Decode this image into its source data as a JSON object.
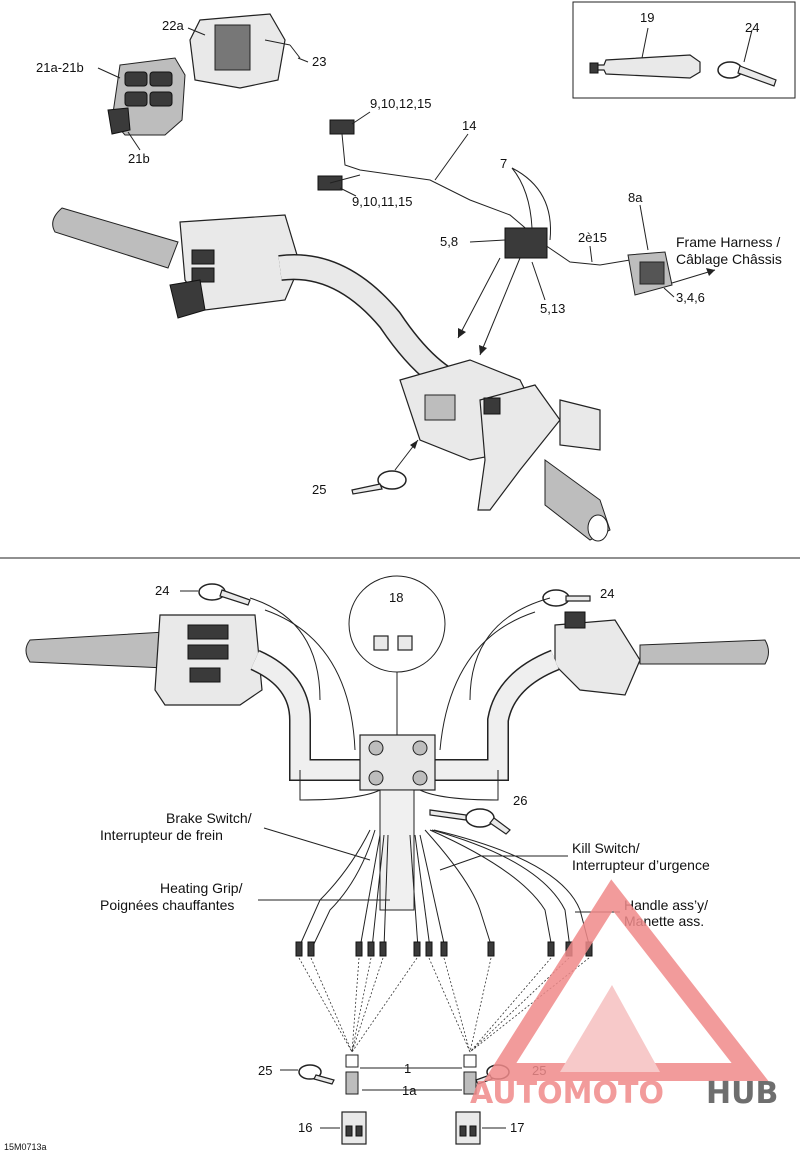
{
  "callouts": {
    "c22a": "22a",
    "c21": "21a-21b",
    "c23": "23",
    "c21b": "21b",
    "c19": "19",
    "c24_top": "24",
    "c9_12": "9,10,12,15",
    "c14": "14",
    "c9_11": "9,10,11,15",
    "c7": "7",
    "c8a": "8a",
    "c5_8": "5,8",
    "c2_15": "2è15",
    "c5_13": "5,13",
    "c3_4_6": "3,4,6",
    "c25_top": "25",
    "c24_left": "24",
    "c24_right": "24",
    "c18": "18",
    "c26": "26",
    "c1": "1",
    "c1a": "1a",
    "c25_left": "25",
    "c25_right": "25",
    "c16": "16",
    "c17": "17"
  },
  "labels": {
    "frame_harness_1": "Frame Harness /",
    "frame_harness_2": "Câblage Châssis",
    "brake_1": "Brake Switch/",
    "brake_2": "Interrupteur de frein",
    "heating_1": "Heating Grip/",
    "heating_2": "Poignées chauffantes",
    "kill_1": "Kill Switch/",
    "kill_2": "Interrupteur d’urgence",
    "handle_1": "Handle ass’y/",
    "handle_2": "Manette ass."
  },
  "footer": {
    "code": "15M0713a"
  },
  "watermark": {
    "part1": "AUTOMOTO",
    "part2": "HUB",
    "color1": "#f08a8a",
    "color2": "#555555"
  },
  "colors": {
    "line": "#222222",
    "accent": "#e05555"
  }
}
